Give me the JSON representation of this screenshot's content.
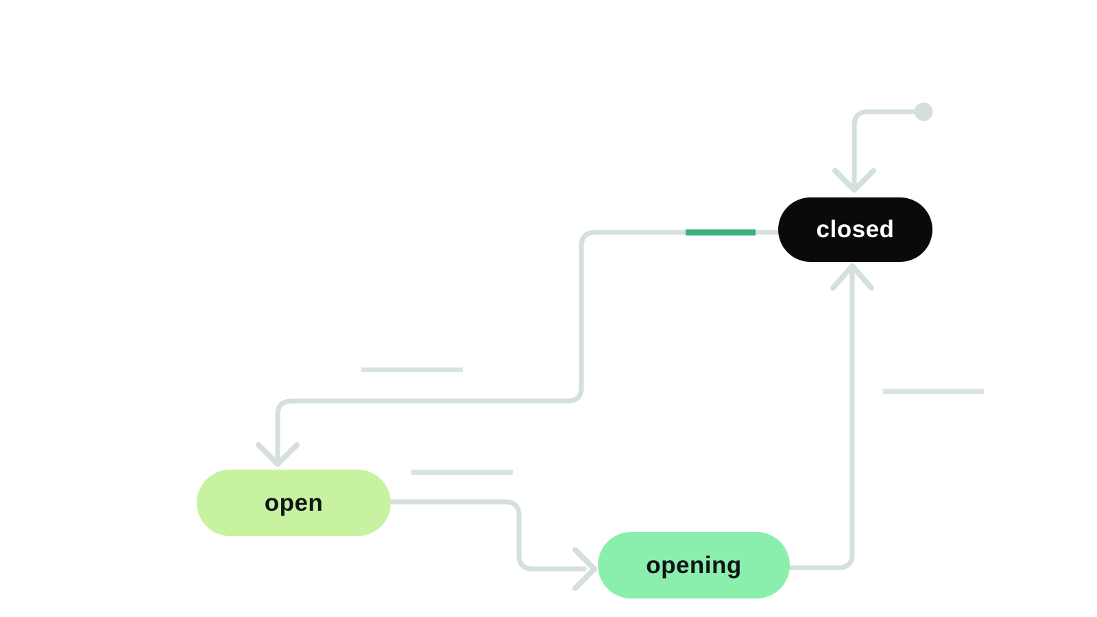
{
  "diagram": {
    "type": "state-machine",
    "colors": {
      "background": "#ffffff",
      "edge": "#d4e0da",
      "label_bar": "#d9e4de",
      "active_segment": "#3bb079",
      "initial_marker": "#d4e0da",
      "closed_fill": "#0a0a0a",
      "closed_text": "#ffffff",
      "open_fill": "#c7f3a0",
      "opening_fill": "#8aefac",
      "state_text": "#101419"
    },
    "states": [
      {
        "id": "closed",
        "label": "closed"
      },
      {
        "id": "open",
        "label": "open"
      },
      {
        "id": "opening",
        "label": "opening"
      }
    ],
    "transitions": [
      {
        "from": "initial",
        "to": "closed",
        "active": false
      },
      {
        "from": "closed",
        "to": "open",
        "active": true
      },
      {
        "from": "open",
        "to": "opening",
        "active": false
      },
      {
        "from": "opening",
        "to": "closed",
        "active": false
      }
    ]
  }
}
